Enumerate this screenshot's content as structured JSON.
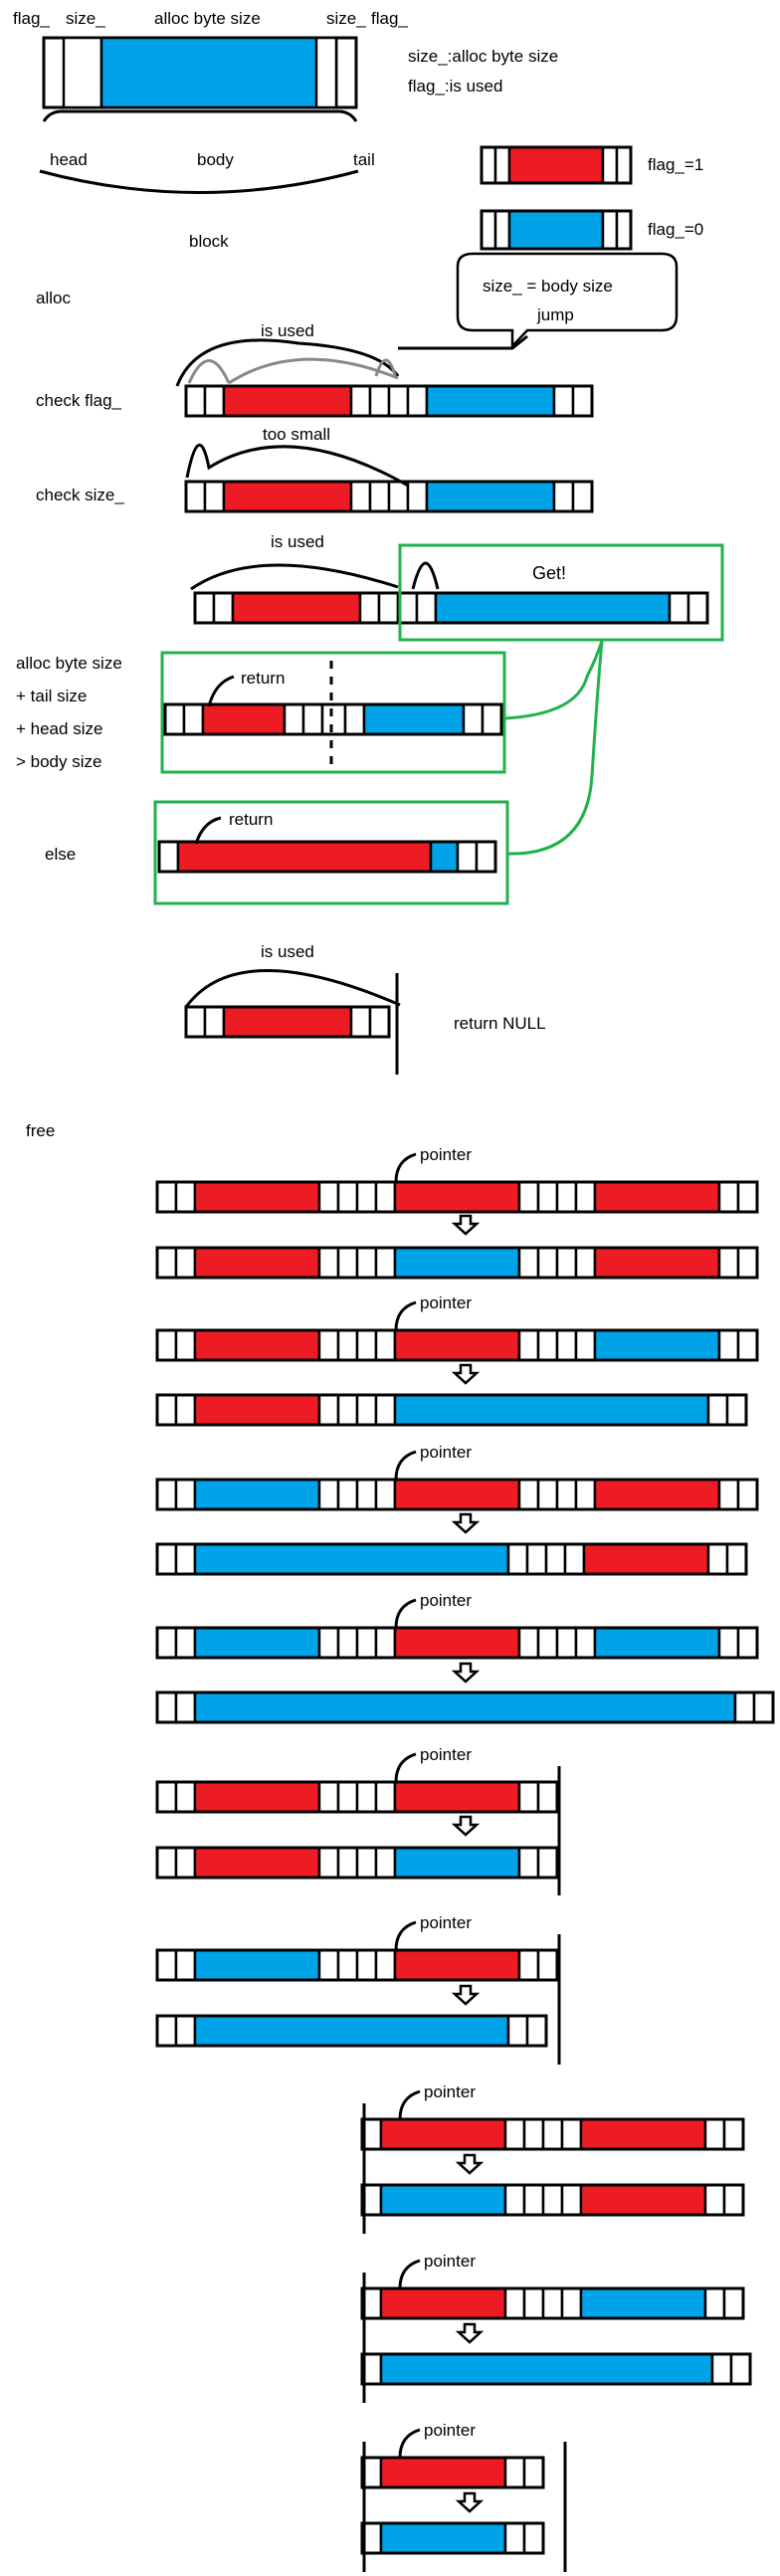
{
  "colors": {
    "used": "#ed1c24",
    "free": "#00a2e8",
    "highlight": "#22b14c",
    "helper": "#888888",
    "ink": "#000000",
    "cell": "#ffffff"
  },
  "legend": {
    "flag_left": "flag_",
    "size_left": "size_",
    "body_title": "alloc byte size",
    "size_right": "size_",
    "flag_right": "flag_",
    "size_desc": "size_:alloc byte size",
    "flag_desc": "flag_:is used",
    "head": "head",
    "body": "body",
    "tail": "tail",
    "block": "block",
    "flag1": "flag_=1",
    "flag0": "flag_=0"
  },
  "alloc": {
    "title": "alloc",
    "callout_line1": "size_ = body size",
    "callout_line2": "jump",
    "is_used": "is used",
    "check_flag": "check flag_",
    "too_small": "too small",
    "check_size": "check size_",
    "is_used2": "is used",
    "get": "Get!",
    "cond1": "alloc byte size",
    "cond2": "+ tail size",
    "cond3": "+ head size",
    "cond4": "> body size",
    "return1": "return",
    "else": "else",
    "return2": "return",
    "is_used3": "is used",
    "return_null": "return NULL"
  },
  "free": {
    "title": "free",
    "pointer": "pointer"
  }
}
